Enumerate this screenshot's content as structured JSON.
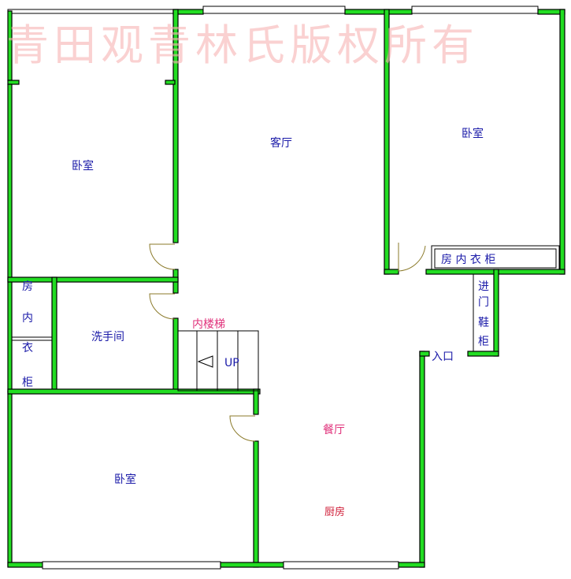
{
  "watermark": "青田观青林氏版权所有",
  "rooms": {
    "living_room": "客厅",
    "bedroom_top_left": "卧室",
    "bedroom_top_right": "卧室",
    "bedroom_bottom_left": "卧室",
    "wardrobe_right": "房 内 衣 柜",
    "wardrobe_left_top": "房",
    "wardrobe_left_2": "内",
    "wardrobe_left_3": "衣",
    "wardrobe_left_4": "柜",
    "bathroom": "洗手间",
    "stairs": "内楼梯",
    "stairs_up": "UP",
    "entrance": "入口",
    "shoe_cabinet_1": "进",
    "shoe_cabinet_2": "门",
    "shoe_cabinet_3": "鞋",
    "shoe_cabinet_4": "柜",
    "dining_room": "餐厅",
    "kitchen": "厨房"
  },
  "colors": {
    "wall": "#22dd22",
    "label_blue": "#1a1aa8",
    "label_pink": "#e0307a",
    "label_red": "#d0203a",
    "watermark": "#f7b3b3"
  }
}
